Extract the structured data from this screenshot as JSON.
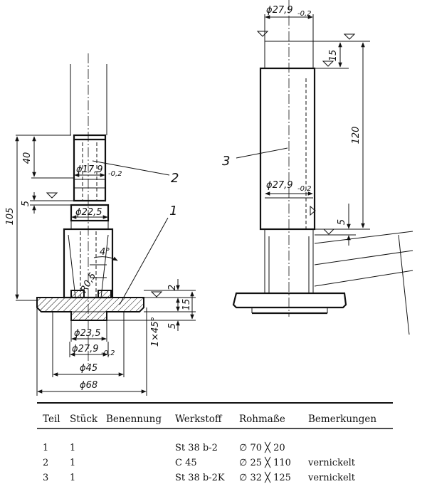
{
  "dims_left": {
    "d17": "ϕ17,9",
    "d17_tol": "-0,2",
    "d22": "ϕ22,5",
    "angle": "4°",
    "radius": "R0,5",
    "d23": "ϕ23,5",
    "d27": "ϕ27,9",
    "d27_tol": "-0,2",
    "d45": "ϕ45",
    "d68": "ϕ68",
    "h105": "105",
    "h40": "40",
    "h5a": "5",
    "h2": "2",
    "h15": "15",
    "h5b": "5",
    "chamfer": "1×45°"
  },
  "dims_right": {
    "d_top": "ϕ27,9",
    "d_top_tol": "-0,2",
    "d_mid": "ϕ27,9",
    "d_mid_tol": "-0,2",
    "h15": "15",
    "h120": "120",
    "h5": "5"
  },
  "callouts": {
    "c1": "1",
    "c2": "2",
    "c3": "3"
  },
  "table": {
    "headers": [
      "Teil",
      "Stück",
      "Benennung",
      "Werkstoff",
      "Rohmaße",
      "Bemerkungen"
    ],
    "rows": [
      {
        "teil": "1",
        "stueck": "1",
        "werkstoff": "St 38 b-2",
        "rohmasse": "∅ 70 ╳  20",
        "bemerkung": ""
      },
      {
        "teil": "2",
        "stueck": "1",
        "werkstoff": "C 45",
        "rohmasse": "∅ 25 ╳ 110",
        "bemerkung": "vernickelt"
      },
      {
        "teil": "3",
        "stueck": "1",
        "werkstoff": "St 38 b-2K",
        "rohmasse": "∅ 32 ╳ 125",
        "bemerkung": "vernickelt"
      }
    ]
  }
}
